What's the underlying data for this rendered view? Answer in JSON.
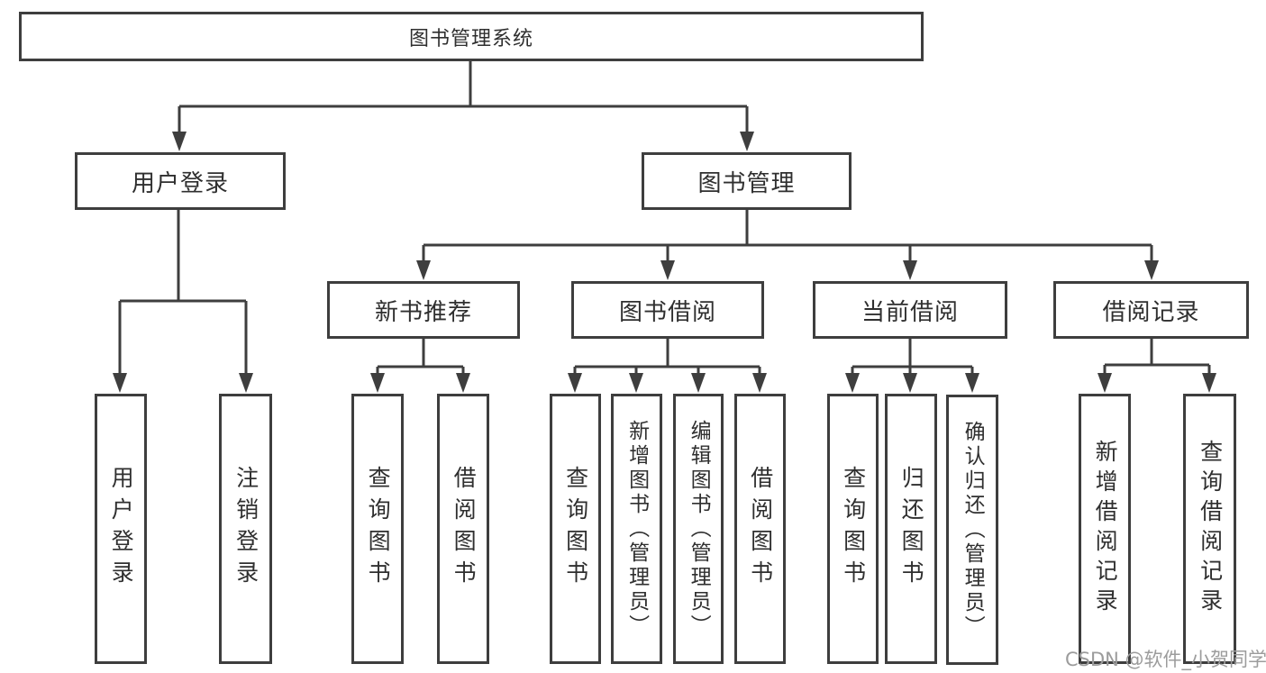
{
  "diagram": {
    "root": {
      "label": "图书管理系统"
    },
    "level1": [
      {
        "label": "用户登录"
      },
      {
        "label": "图书管理"
      }
    ],
    "level2": [
      {
        "label": "新书推荐"
      },
      {
        "label": "图书借阅"
      },
      {
        "label": "当前借阅"
      },
      {
        "label": "借阅记录"
      }
    ],
    "leaves": [
      {
        "label": "用户登录"
      },
      {
        "label": "注销登录"
      },
      {
        "label": "查询图书"
      },
      {
        "label": "借阅图书"
      },
      {
        "label": "查询图书"
      },
      {
        "label": "新增图书（管理员）"
      },
      {
        "label": "编辑图书（管理员）"
      },
      {
        "label": "借阅图书"
      },
      {
        "label": "查询图书"
      },
      {
        "label": "归还图书"
      },
      {
        "label": "确认归还（管理员）"
      },
      {
        "label": "新增借阅记录"
      },
      {
        "label": "查询借阅记录"
      }
    ]
  },
  "watermark": {
    "text": "CSDN @软件_小贺同学"
  },
  "colors": {
    "line": "#3e3e3e",
    "text": "#2f2f2f",
    "background": "#ffffff",
    "watermark": "#9c9c9c"
  }
}
